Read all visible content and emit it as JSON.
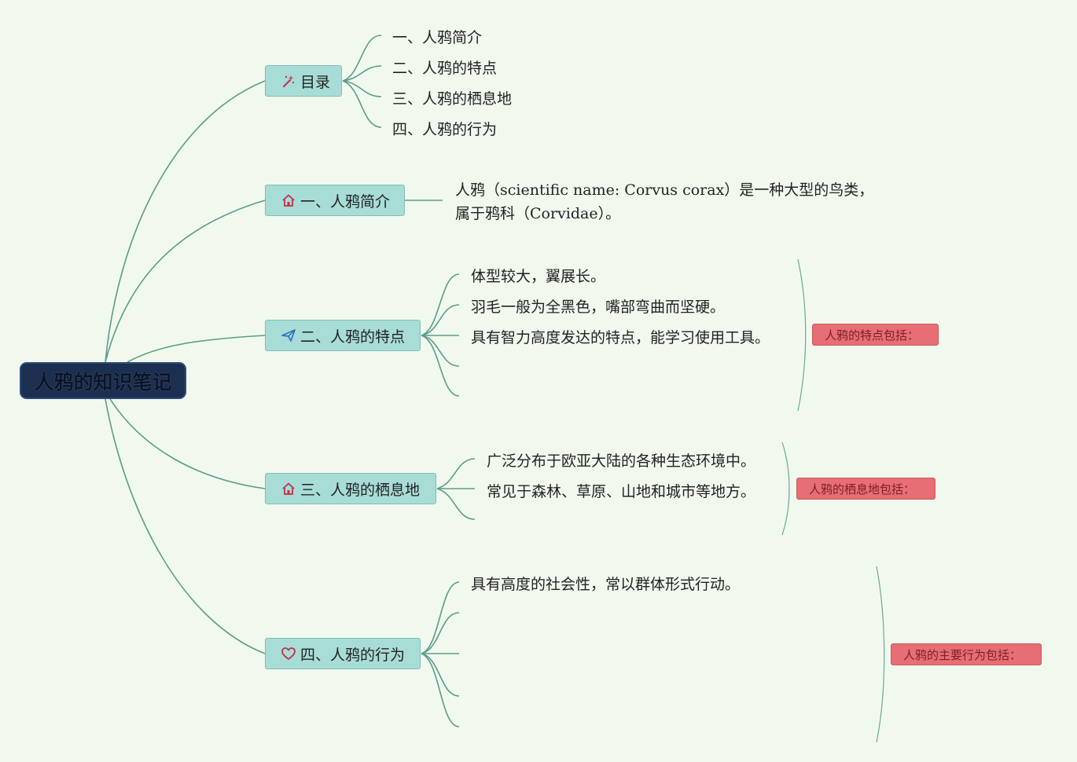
{
  "root": {
    "title": "人鸦的知识笔记"
  },
  "topics": {
    "toc": {
      "label": "目录",
      "icon": "magic-wand-icon",
      "items": [
        "一、人鸦简介",
        "二、人鸦的特点",
        "三、人鸦的栖息地",
        "四、人鸦的行为"
      ]
    },
    "intro": {
      "label": "一、人鸦简介",
      "icon": "home-icon",
      "text": [
        "人鸦（scientific name: Corvus corax）是一种大型的鸟类，",
        "属于鸦科（Corvidae）。"
      ]
    },
    "features": {
      "label": "二、人鸦的特点",
      "icon": "paper-plane-icon",
      "items": [
        "体型较大，翼展长。",
        "羽毛一般为全黑色，嘴部弯曲而坚硬。",
        "具有智力高度发达的特点，能学习使用工具。"
      ],
      "summary": "人鸦的特点包括："
    },
    "habitat": {
      "label": "三、人鸦的栖息地",
      "icon": "home-icon",
      "items": [
        "广泛分布于欧亚大陆的各种生态环境中。",
        "常见于森林、草原、山地和城市等地方。"
      ],
      "summary": "人鸦的栖息地包括："
    },
    "behavior": {
      "label": "四、人鸦的行为",
      "icon": "heart-icon",
      "items": [
        "具有高度的社会性，常以群体形式行动。"
      ],
      "summary": "人鸦的主要行为包括："
    }
  },
  "colors": {
    "background": "#f1f9ee",
    "root_fill": "#1c2f50",
    "topic_fill": "#a8dcd7",
    "summary_fill": "#e76e74",
    "link": "#5a9c89"
  }
}
